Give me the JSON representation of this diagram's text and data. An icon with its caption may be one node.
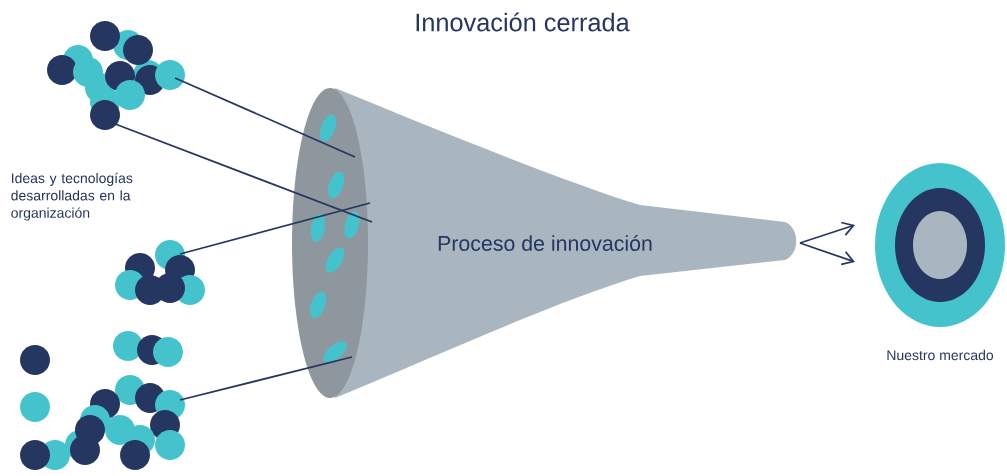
{
  "diagram": {
    "title": "Innovación cerrada",
    "nodes": [
      {
        "text": [
          "Proceso de innovación"
        ]
      },
      {
        "text": [],
        "shape": "circles"
      },
      {
        "text": [],
        "shape": "circles"
      },
      {
        "text": [],
        "shape": "circles"
      },
      {
        "text": [],
        "shape": "circle",
        "beside": [
          "Nuestro mercado"
        ]
      }
    ],
    "edges": [
      {
        "from": 1,
        "to": 0,
        "arrow": "none"
      },
      {
        "from": 1,
        "to": 0,
        "arrow": "none"
      },
      {
        "from": 2,
        "to": 0,
        "arrow": "none"
      },
      {
        "from": 3,
        "to": 0,
        "arrow": "none"
      },
      {
        "from": 0,
        "to": 4,
        "arrow": "to"
      },
      {
        "from": 0,
        "to": 4,
        "arrow": "to"
      }
    ],
    "labels": [
      "Ideas y tecnologías desarrolladas en la organización"
    ]
  }
}
